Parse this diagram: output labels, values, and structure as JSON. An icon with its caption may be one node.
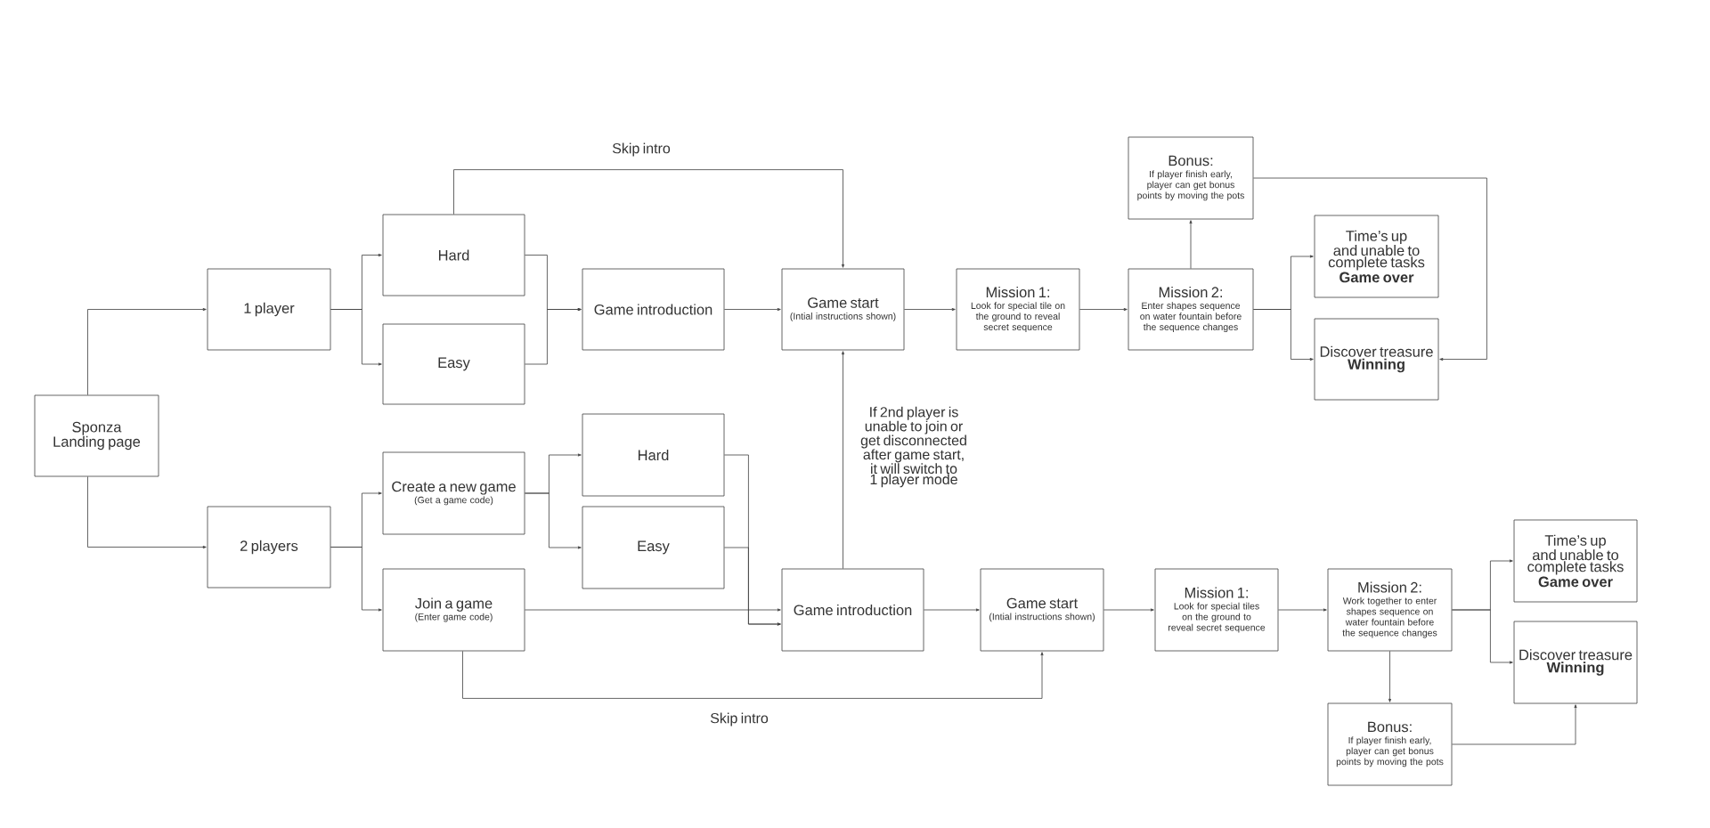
{
  "diagram": {
    "nodes": [
      {
        "text": [
          "Sponza Landing page"
        ]
      },
      {
        "text": [
          "1 player"
        ]
      },
      {
        "text": [
          "Hard"
        ]
      },
      {
        "text": [
          "Easy"
        ]
      },
      {
        "text": [
          "Game introduction"
        ]
      },
      {
        "text": [
          "Game start",
          "(Intial instructions shown)"
        ]
      },
      {
        "text": [
          "Mission 1:",
          "Look for special tile on the ground to reveal secret sequence"
        ]
      },
      {
        "text": [
          "Mission 2:",
          "Enter shapes sequence on water fountain before the sequence changes"
        ]
      },
      {
        "text": [
          "Bonus:",
          "If player finish early, player can get bonus points by moving the pots"
        ]
      },
      {
        "text": [
          "Time’s up and unable to complete tasks",
          "Game over"
        ]
      },
      {
        "text": [
          "Discover treasure",
          "Winning"
        ]
      },
      {
        "text": [
          "2 players"
        ]
      },
      {
        "text": [
          "Create a new game",
          "(Get a game code)"
        ]
      },
      {
        "text": [
          "Join a game",
          "(Enter game code)"
        ]
      },
      {
        "text": [
          "Hard"
        ]
      },
      {
        "text": [
          "Easy"
        ]
      },
      {
        "text": [
          "Game introduction"
        ]
      },
      {
        "text": [
          "Game start",
          "(Intial instructions shown)"
        ]
      },
      {
        "text": [
          "Mission 1:",
          "Look for special tiles on the ground to reveal secret sequence"
        ]
      },
      {
        "text": [
          "Mission 2:",
          "Work together to enter shapes sequence on water fountain before the sequence changes"
        ]
      },
      {
        "text": [
          "Bonus:",
          "If player finish early, player can get bonus points by moving the pots"
        ]
      },
      {
        "text": [
          "Time’s up and unable to complete tasks",
          "Game over"
        ]
      },
      {
        "text": [
          "Discover treasure",
          "Winning"
        ]
      }
    ],
    "edges": [
      {
        "from": 0,
        "to": 1,
        "arrow": "to"
      },
      {
        "from": 0,
        "to": 11,
        "arrow": "to"
      },
      {
        "from": 1,
        "to": 2,
        "arrow": "to"
      },
      {
        "from": 1,
        "to": 3,
        "arrow": "to"
      },
      {
        "from": 2,
        "to": 4,
        "arrow": "to"
      },
      {
        "from": 3,
        "to": 4,
        "arrow": "to"
      },
      {
        "from": 2,
        "to": 5,
        "arrow": "to",
        "label": "Skip intro"
      },
      {
        "from": 4,
        "to": 5,
        "arrow": "to"
      },
      {
        "from": 5,
        "to": 6,
        "arrow": "to"
      },
      {
        "from": 6,
        "to": 7,
        "arrow": "to"
      },
      {
        "from": 7,
        "to": 8,
        "arrow": "to"
      },
      {
        "from": 7,
        "to": 9,
        "arrow": "to"
      },
      {
        "from": 7,
        "to": 10,
        "arrow": "to"
      },
      {
        "from": 8,
        "to": 10,
        "arrow": "to"
      },
      {
        "from": 11,
        "to": 12,
        "arrow": "to"
      },
      {
        "from": 11,
        "to": 13,
        "arrow": "to"
      },
      {
        "from": 12,
        "to": 14,
        "arrow": "to"
      },
      {
        "from": 12,
        "to": 15,
        "arrow": "to"
      },
      {
        "from": 14,
        "to": 16,
        "arrow": "to"
      },
      {
        "from": 15,
        "to": 16,
        "arrow": "to"
      },
      {
        "from": 13,
        "to": 16,
        "arrow": "to"
      },
      {
        "from": 16,
        "to": 5,
        "arrow": "to",
        "label": "If 2nd player is unable to join or get disconnected after game start, it  will switch to 1 player mode"
      },
      {
        "from": 16,
        "to": 17,
        "arrow": "to"
      },
      {
        "from": 13,
        "to": 17,
        "arrow": "to",
        "label": "Skip intro"
      },
      {
        "from": 17,
        "to": 18,
        "arrow": "to"
      },
      {
        "from": 18,
        "to": 19,
        "arrow": "to"
      },
      {
        "from": 19,
        "to": 20,
        "arrow": "to"
      },
      {
        "from": 19,
        "to": 21,
        "arrow": "to"
      },
      {
        "from": 19,
        "to": 22,
        "arrow": "to"
      },
      {
        "from": 20,
        "to": 22,
        "arrow": "to"
      }
    ]
  }
}
